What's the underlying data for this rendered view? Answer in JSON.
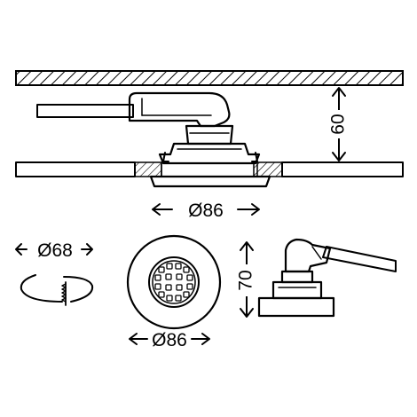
{
  "dimensions": {
    "ceiling_clearance": "60",
    "cutout_top_view": "Ø86",
    "cutout_diameter": "Ø68",
    "front_diameter": "Ø86",
    "total_height": "70"
  },
  "colors": {
    "line": "#000000",
    "background": "#ffffff",
    "fill_white": "#ffffff"
  }
}
